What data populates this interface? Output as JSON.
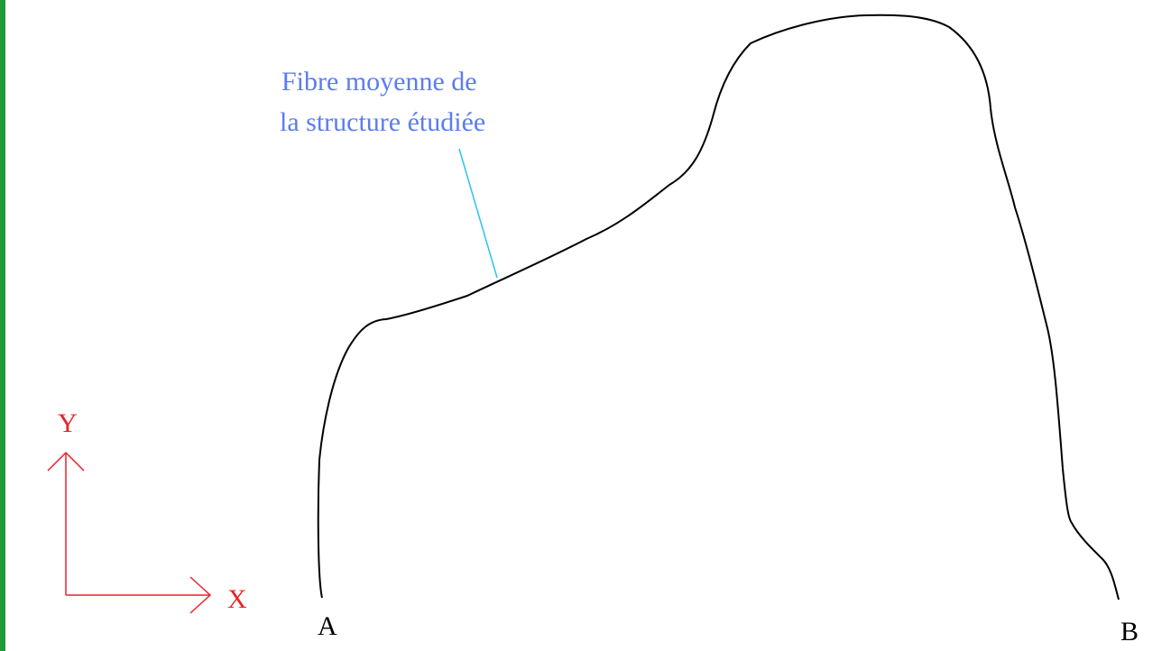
{
  "diagram": {
    "annotation": {
      "line1": "Fibre moyenne de",
      "line2": "la structure étudiée"
    },
    "point_a": "A",
    "point_b": "B",
    "axes": {
      "y_label": "Y",
      "x_label": "X"
    },
    "colors": {
      "curve": "#000000",
      "axes": "#e8232a",
      "annotation_text": "#5b7cf0",
      "leader_line": "#2bc4e8",
      "left_border": "#1f9a3a"
    }
  }
}
